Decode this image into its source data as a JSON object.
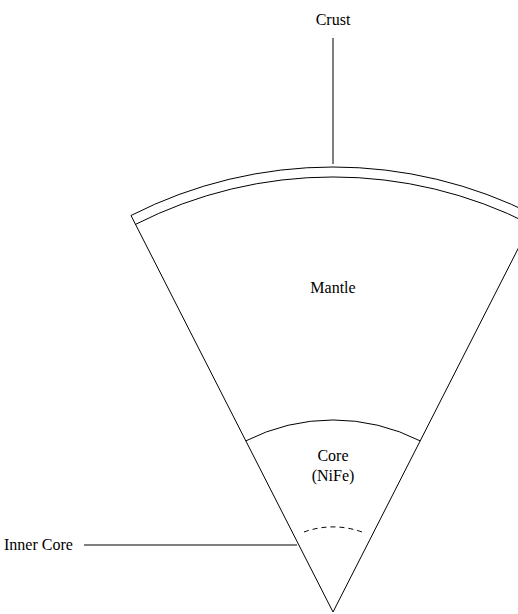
{
  "diagram": {
    "labels": [
      "Crust",
      "Mantle",
      "Core (NiFe)",
      "Inner Core"
    ]
  }
}
